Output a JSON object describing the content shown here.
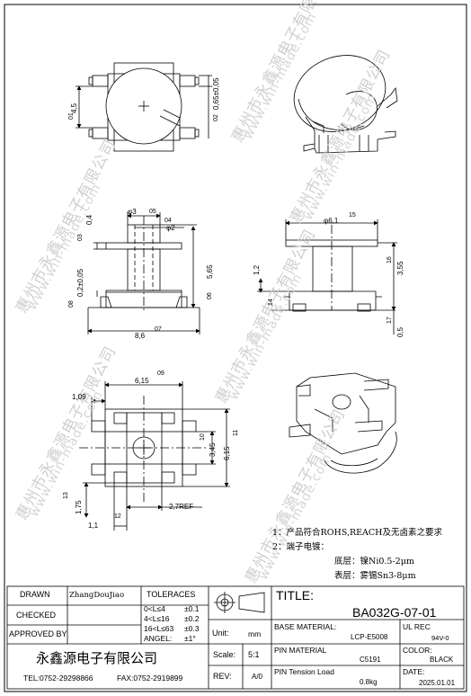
{
  "drawing": {
    "top_view": {
      "dims": {
        "height": "4,5",
        "offset": "0,65±0,05",
        "num_left": "01",
        "num_right": "02"
      }
    },
    "side_view": {
      "dims": {
        "top_dia": "φ3",
        "thick": "0,4",
        "inner_dia": "φ2",
        "flange": "0,2±0,05",
        "height": "5,65",
        "width": "8,6",
        "n03": "03",
        "n04": "04",
        "n05": "05",
        "n06": "06",
        "n07": "07",
        "n08": "08"
      }
    },
    "front_view": {
      "dims": {
        "dia": "φ6,1",
        "n15": "15",
        "h12": "1,2",
        "h355": "3,55",
        "b05": "0,5",
        "n14": "14",
        "n16": "16",
        "n17": "17"
      }
    },
    "bottom_view": {
      "dims": {
        "w615": "6,15",
        "w109": "1,09",
        "h345": "3,45",
        "h615": "6,15",
        "h175": "1,75",
        "w11": "1,1",
        "ref": "2,7REF",
        "n09": "09",
        "n10": "10",
        "n11": "11",
        "n12": "12",
        "n13": "13"
      }
    }
  },
  "notes": {
    "line1": "1：产品符合ROHS,REACH及无卤素之要求",
    "line2": "2：端子电镀：",
    "line3": "底层：镍Ni0.5-2μm",
    "line4": "表层：雾锡Sn3-8μm"
  },
  "watermark": {
    "cn": "惠州市永鑫源电子有限公司",
    "en": "www.win-made.com"
  },
  "title_block": {
    "drawn_label": "DRAWN",
    "drawn_value": "ZhangDouJiao",
    "checked_label": "CHECKED",
    "approved_label": "APPROVED BY",
    "tolerances_label": "TOLERACES",
    "tol": [
      {
        "range": "0<L≤4",
        "val": "±0.1"
      },
      {
        "range": "4<L≤16",
        "val": "±0.2"
      },
      {
        "range": "16<L≤63",
        "val": "±0.3"
      },
      {
        "range": "ANGEL:",
        "val": "±1°"
      }
    ],
    "title_label": "TITLE:",
    "title_value": "BA032G-07-01",
    "unit_label": "Unit:",
    "unit_value": "mm",
    "base_label": "BASE MATERIAL:",
    "base_value": "LCP-E5008",
    "ul_label": "UL REC",
    "ul_value": "94V-0",
    "scale_label": "Scale:",
    "scale_value": "5:1",
    "pin_label": "PIN MATERIAL",
    "pin_value": "C5191",
    "color_label": "COLOR:",
    "color_value": "BLACK",
    "rev_label": "REV:",
    "rev_value": "A/0",
    "tension_label": "PIN Tension Load",
    "tension_value": "0.8kg",
    "date_label": "DATE:",
    "date_value": "2025.01.01",
    "company": "永鑫源电子有限公司",
    "tel": "TEL:0752-29298866",
    "fax": "FAX:0752-2919899"
  }
}
